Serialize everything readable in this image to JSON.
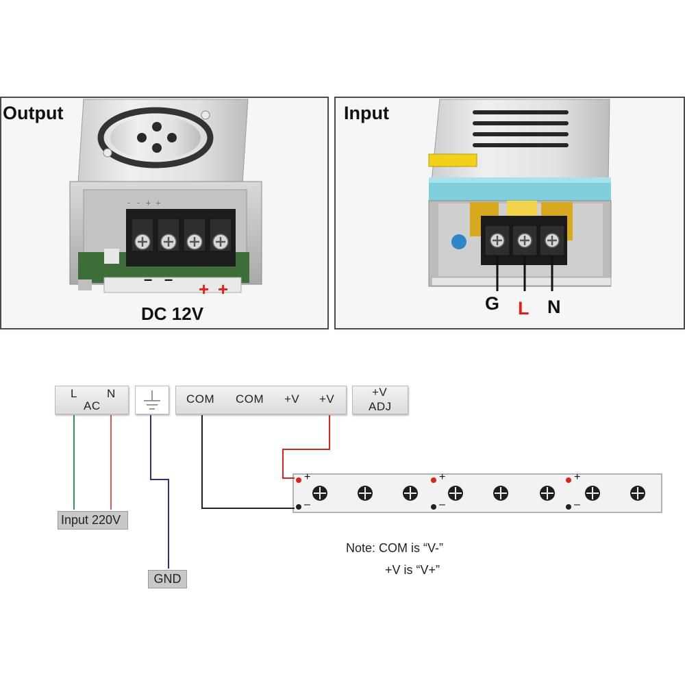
{
  "panels": {
    "output": {
      "title": "Output",
      "negative_marks": [
        "–",
        "–"
      ],
      "positive_marks": [
        "+",
        "+"
      ],
      "voltage_label": "DC 12V"
    },
    "input": {
      "title": "Input",
      "terminals": [
        {
          "label": "G",
          "color": "#111111"
        },
        {
          "label": "L",
          "color": "#e0201b"
        },
        {
          "label": "N",
          "color": "#111111"
        }
      ]
    }
  },
  "wiring": {
    "ac_block": {
      "l_label": "L",
      "n_label": "N",
      "ac_label": "AC"
    },
    "output_block": {
      "terminals": [
        "COM",
        "COM",
        "+V",
        "+V"
      ]
    },
    "adj_block": {
      "line1": "+V",
      "line2": "ADJ"
    },
    "input_tag": "Input 220V",
    "gnd_tag": "GND",
    "strip_plus": "+",
    "strip_minus": "–",
    "wire_colors": {
      "ac_l": "#2e9a4a",
      "ac_n": "#e05a55",
      "gnd": "#2b2f8a",
      "com": "#222222",
      "positive": "#d7261e"
    }
  },
  "note": {
    "line1": "Note: COM is  “V-”",
    "line2": "+V is  “V+”"
  }
}
